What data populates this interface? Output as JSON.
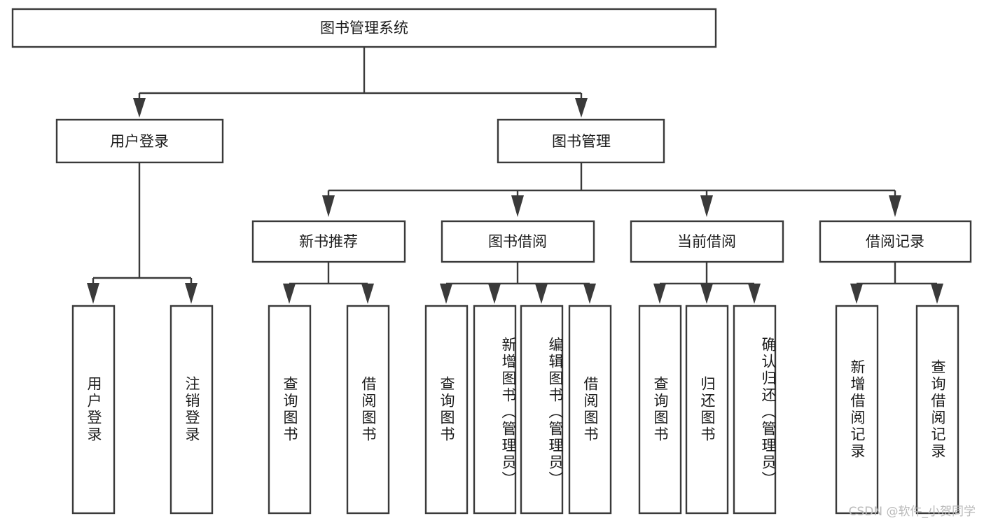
{
  "diagram": {
    "title": "图书管理系统",
    "type": "tree-hierarchy-chart",
    "watermark": "CSDN @软件_小贺同学",
    "colors": {
      "box_stroke": "#3a3a3a",
      "box_fill": "#ffffff",
      "text": "#1b1b1b",
      "background": "#ffffff",
      "watermark": "#b9b9b9"
    },
    "root": {
      "label": "图书管理系统"
    },
    "level2": [
      {
        "label": "用户登录"
      },
      {
        "label": "图书管理"
      }
    ],
    "level3": [
      {
        "label": "新书推荐"
      },
      {
        "label": "图书借阅"
      },
      {
        "label": "当前借阅"
      },
      {
        "label": "借阅记录"
      }
    ],
    "leaves": {
      "user_login": [
        {
          "label": "用户登录"
        },
        {
          "label": "注销登录"
        }
      ],
      "new_book_recommend": [
        {
          "label": "查询图书"
        },
        {
          "label": "借阅图书"
        }
      ],
      "book_borrow": [
        {
          "label": "查询图书"
        },
        {
          "label": "新增图书（管理员）"
        },
        {
          "label": "编辑图书（管理员）"
        },
        {
          "label": "借阅图书"
        }
      ],
      "current_borrow": [
        {
          "label": "查询图书"
        },
        {
          "label": "归还图书"
        },
        {
          "label": "确认归还（管理员）"
        }
      ],
      "borrow_records": [
        {
          "label": "新增借阅记录"
        },
        {
          "label": "查询借阅记录"
        }
      ]
    }
  }
}
